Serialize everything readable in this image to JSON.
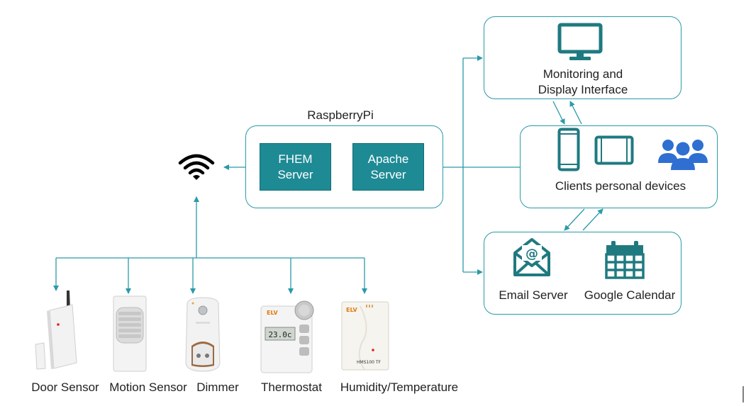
{
  "raspberry": {
    "title": "RaspberryPi",
    "fhem": "FHEM\nServer",
    "apache": "Apache\nServer"
  },
  "monitoring": {
    "label": "Monitoring and\nDisplay Interface"
  },
  "clients": {
    "label": "Clients personal devices"
  },
  "services": {
    "email": "Email Server",
    "calendar": "Google Calendar"
  },
  "devices": [
    {
      "label": "Door Sensor"
    },
    {
      "label": "Motion Sensor"
    },
    {
      "label": "Dimmer"
    },
    {
      "label": "Thermostat",
      "display": "23.0c",
      "brand": "ELV"
    },
    {
      "label": "Humidity/Temperature",
      "model": "HMS100 TF",
      "brand": "ELV"
    }
  ],
  "icons": {
    "wifi": "wifi-icon",
    "monitor": "monitor-icon",
    "phone": "smartphone-icon",
    "tablet": "tablet-icon",
    "users": "users-group-icon",
    "email": "email-envelope-icon",
    "calendar": "calendar-icon"
  },
  "colors": {
    "accent": "#1e8a94",
    "line": "#2a9aa8",
    "userBlue": "#2f6fd1",
    "iconTeal": "#1f7a80"
  }
}
